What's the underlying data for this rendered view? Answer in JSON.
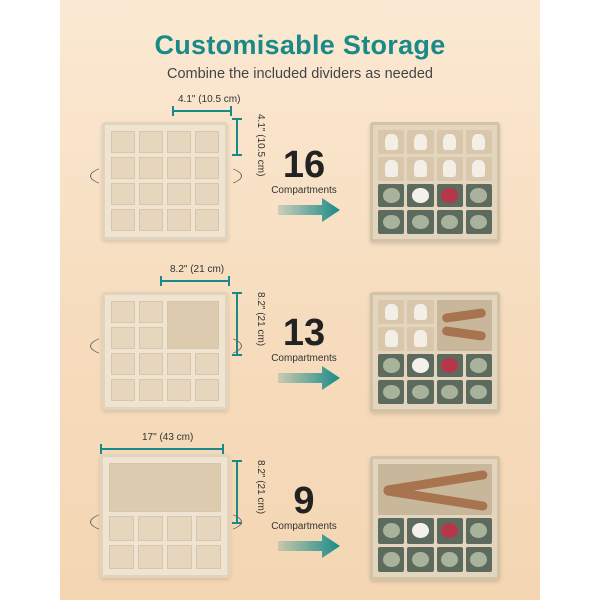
{
  "header": {
    "title": "Customisable Storage",
    "subtitle": "Combine the included dividers as needed"
  },
  "configs": [
    {
      "width_label": "4.1\" (10.5 cm)",
      "height_label": "4.1\" (10.5 cm)",
      "count": "16",
      "unit": "Compartments"
    },
    {
      "width_label": "8.2\" (21 cm)",
      "height_label": "8.2\" (21 cm)",
      "count": "13",
      "unit": "Compartments"
    },
    {
      "width_label": "17\" (43 cm)",
      "height_label": "8.2\" (21 cm)",
      "count": "9",
      "unit": "Compartments"
    }
  ],
  "colors": {
    "accent": "#1a8a88",
    "background": "#f6dcbd"
  }
}
